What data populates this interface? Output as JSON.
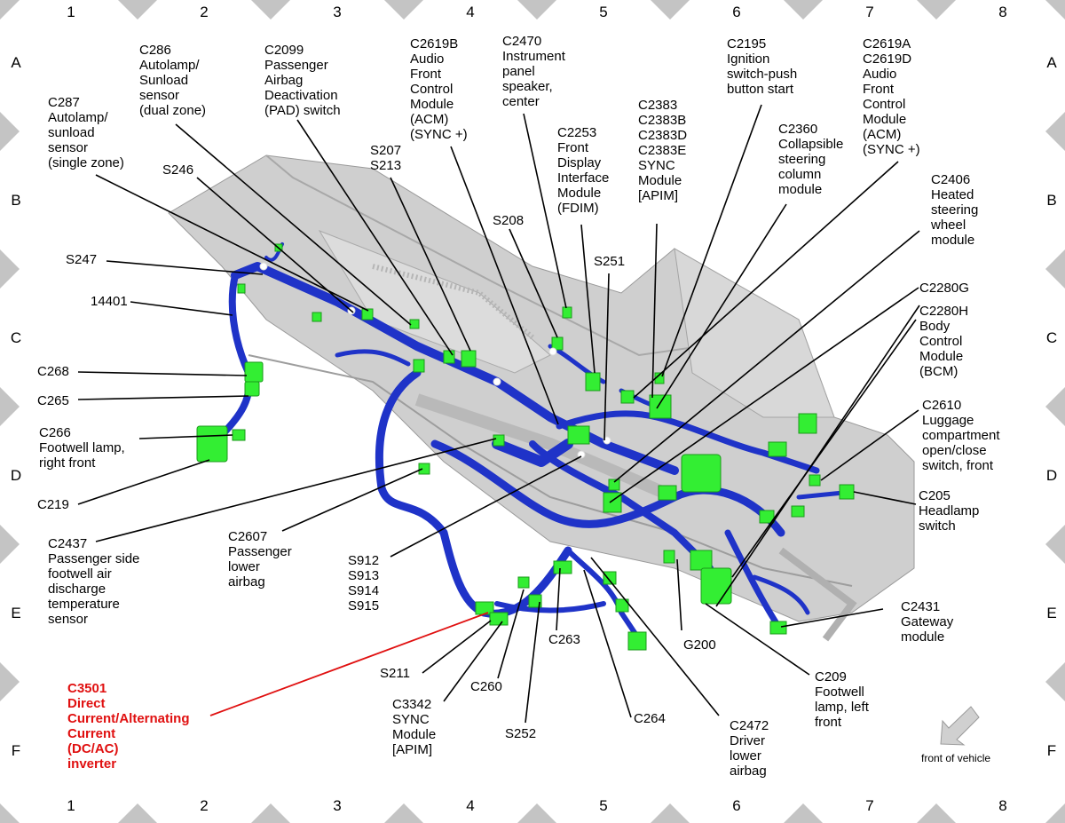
{
  "grid": {
    "columns": [
      "1",
      "2",
      "3",
      "4",
      "5",
      "6",
      "7",
      "8"
    ],
    "rows": [
      "A",
      "B",
      "C",
      "D",
      "E",
      "F"
    ]
  },
  "colors": {
    "harness": "#1f33c8",
    "connector": "#33ee33",
    "dashboard": "#c8c8c8",
    "highlight": "#e01010"
  },
  "labels": {
    "c287": "C287\nAutolamp/\nsunload\nsensor\n(single zone)",
    "c286": "C286\nAutolamp/\nSunload\nsensor\n(dual zone)",
    "c2099": "C2099\nPassenger\nAirbag\nDeactivation\n(PAD) switch",
    "c2619b": "C2619B\nAudio\nFront\nControl\nModule\n(ACM)\n(SYNC +)",
    "c2470": "C2470\nInstrument\npanel\nspeaker,\ncenter",
    "c2253": "C2253\nFront\nDisplay\nInterface\nModule\n(FDIM)",
    "c2383": "C2383\nC2383B\nC2383D\nC2383E\nSYNC\nModule\n[APIM]",
    "c2195": "C2195\nIgnition\nswitch-push\nbutton start",
    "c2360": "C2360\nCollapsible\nsteering\ncolumn\nmodule",
    "c2619a": "C2619A\nC2619D\nAudio\nFront\nControl\nModule\n(ACM)\n(SYNC +)",
    "c2406": "C2406\nHeated\nsteering\nwheel\nmodule",
    "s246": "S246",
    "s207": "S207\nS213",
    "s208": "S208",
    "s251": "S251",
    "s247": "S247",
    "n14401": "14401",
    "c2280g": "C2280G",
    "c2280h": "C2280H\nBody\nControl\nModule\n(BCM)",
    "c268": "C268",
    "c265": "C265",
    "c266": "C266\nFootwell lamp,\nright front",
    "c2610": "C2610\nLuggage\ncompartment\nopen/close\nswitch, front",
    "c219": "C219",
    "c205": "C205\nHeadlamp\nswitch",
    "c2437": "C2437\nPassenger side\nfootwell air\ndischarge\ntemperature\nsensor",
    "c2607": "C2607\nPassenger\nlower\nairbag",
    "s912": "S912\nS913\nS914\nS915",
    "c2431": "C2431\nGateway\nmodule",
    "c263": "C263",
    "g200": "G200",
    "s211": "S211",
    "c260": "C260",
    "c3342": "C3342\nSYNC\nModule\n[APIM]",
    "s252": "S252",
    "c264": "C264",
    "c2472": "C2472\nDriver\nlower\nairbag",
    "c209": "C209\nFootwell\nlamp, left\nfront",
    "c3501": "C3501\nDirect\nCurrent/Alternating\nCurrent\n(DC/AC)\ninverter",
    "front": "front of vehicle"
  }
}
